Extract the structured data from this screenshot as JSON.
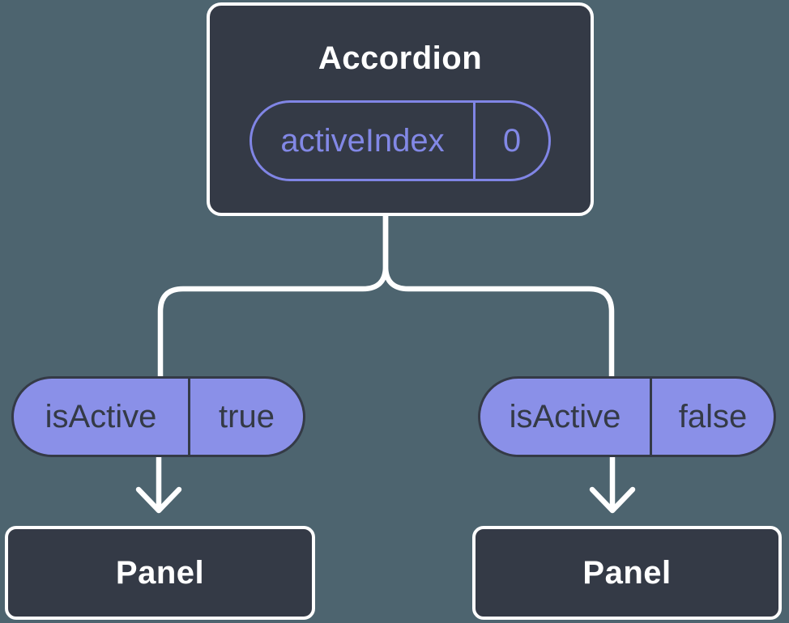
{
  "diagram": {
    "description": "Component tree diagram: an Accordion component holding state passes an isActive prop to two Panel children",
    "root": {
      "title": "Accordion",
      "state": {
        "label": "activeIndex",
        "value": "0"
      }
    },
    "children": [
      {
        "prop": {
          "label": "isActive",
          "value": "true"
        },
        "node": {
          "title": "Panel"
        }
      },
      {
        "prop": {
          "label": "isActive",
          "value": "false"
        },
        "node": {
          "title": "Panel"
        }
      }
    ],
    "colors": {
      "background": "#4D646F",
      "node_fill": "#343A46",
      "node_border": "#FFFFFF",
      "node_text": "#FFFFFF",
      "state_pill_outline": "#8085E5",
      "state_pill_text": "#8288E6",
      "prop_pill_fill": "#8A90E8",
      "prop_pill_border": "#343A46",
      "prop_pill_text": "#343A46",
      "connector": "#FFFFFF"
    }
  }
}
